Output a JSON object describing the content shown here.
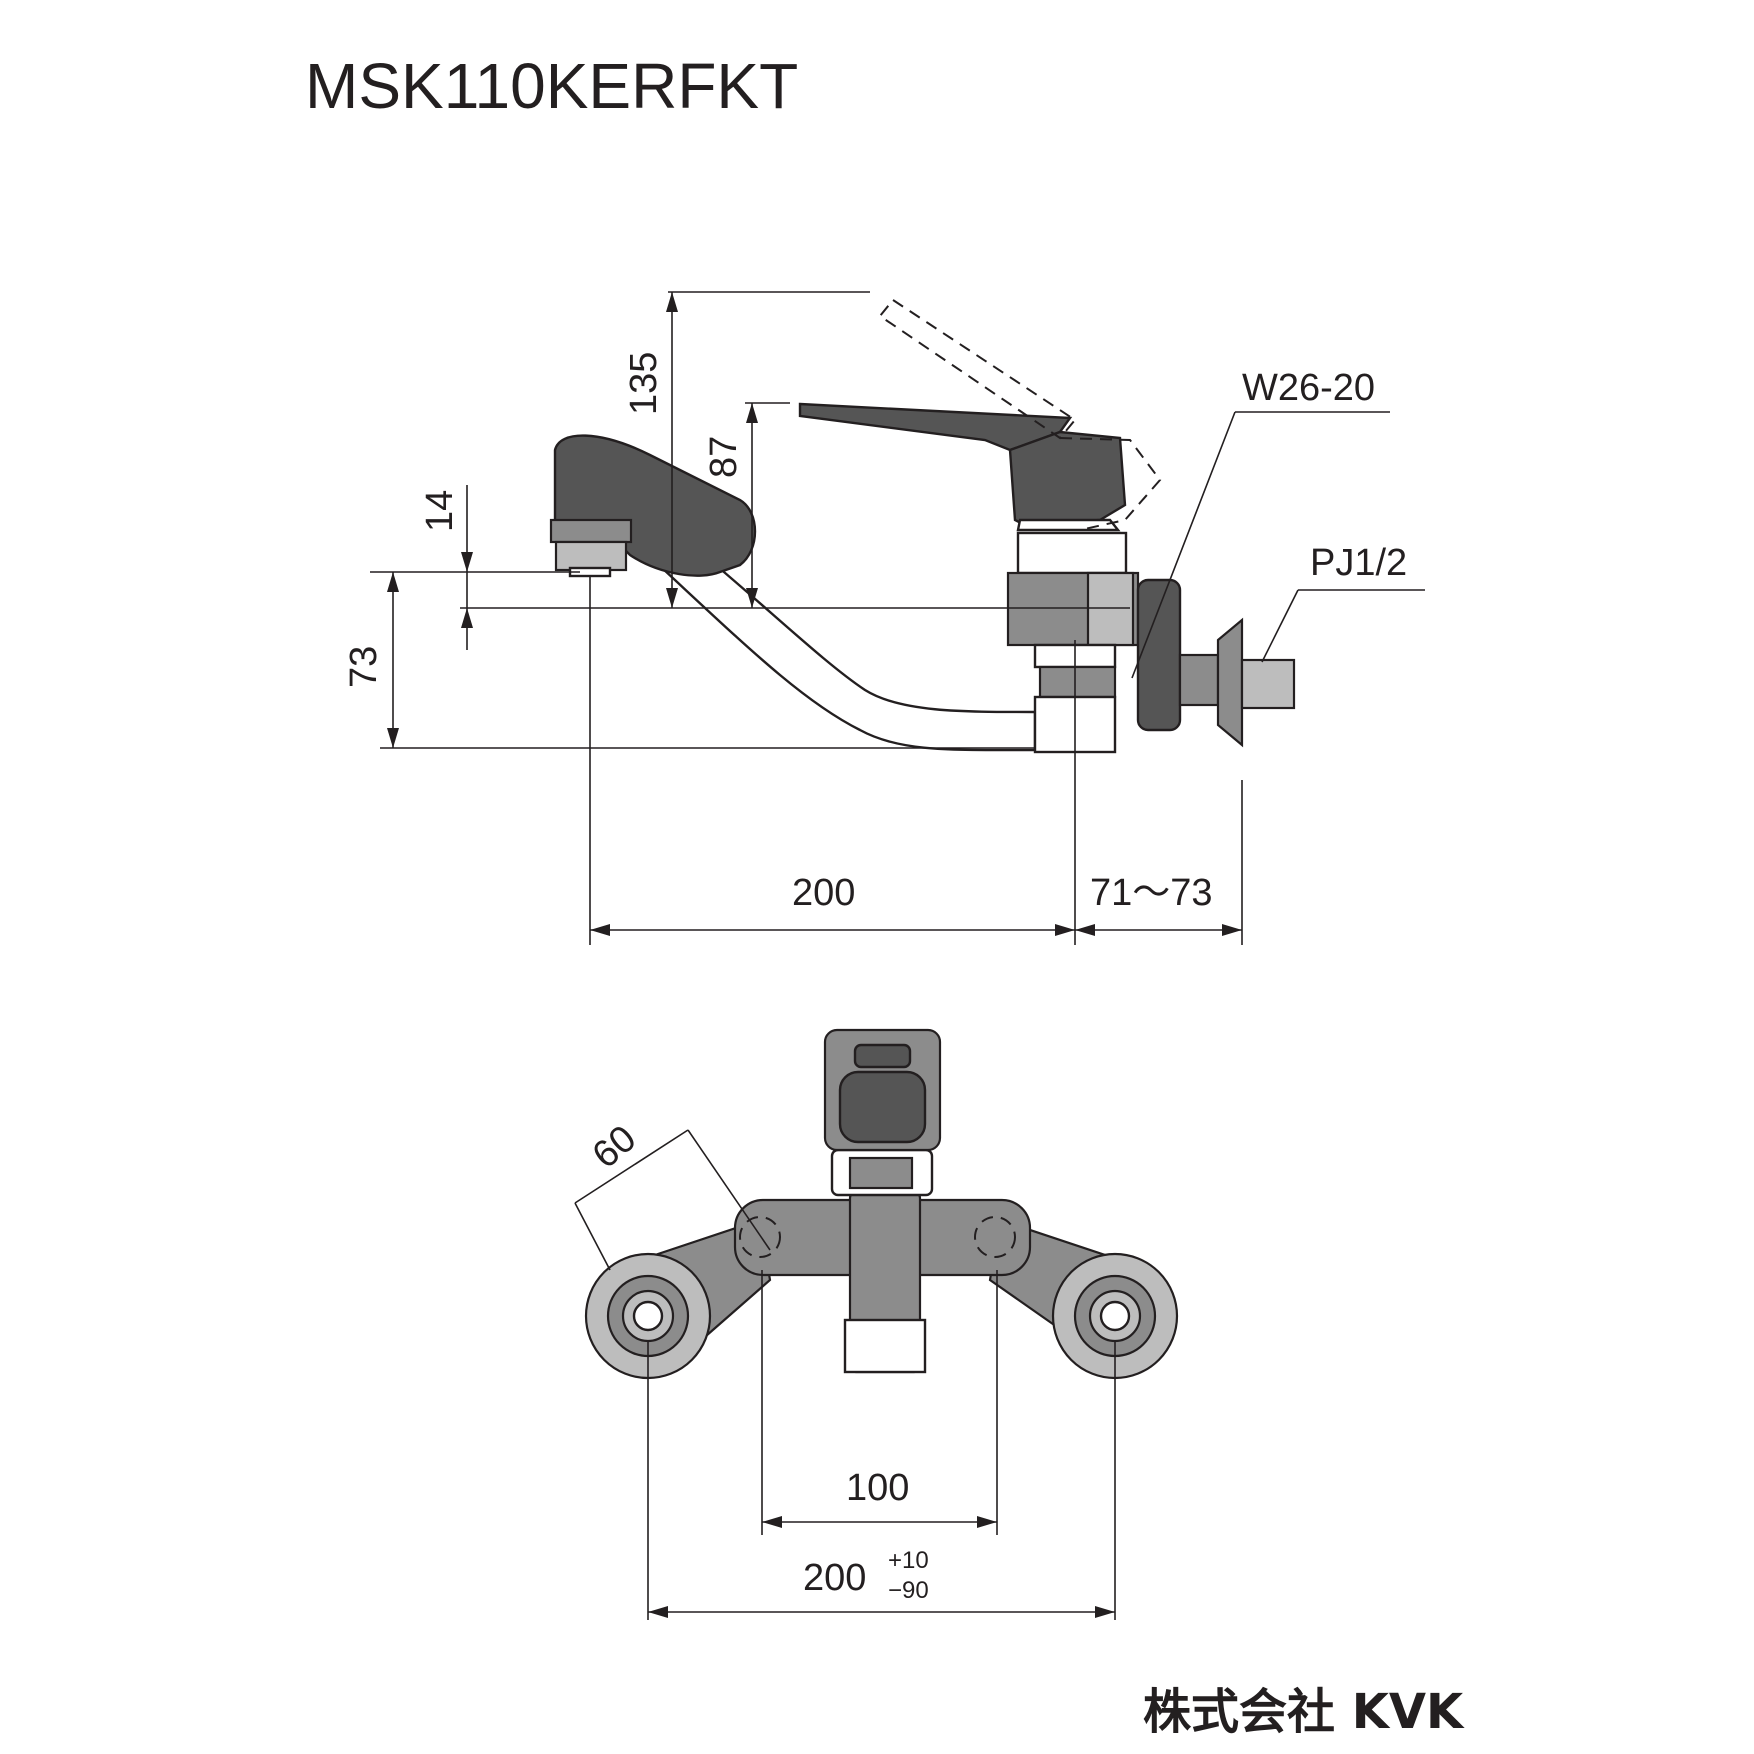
{
  "title": "MSK110KERFKT",
  "brand": "株式会社 KVK",
  "side_view": {
    "dim_135": "135",
    "dim_87": "87",
    "dim_14": "14",
    "dim_73": "73",
    "dim_200": "200",
    "dim_71_73": "71～73",
    "label_w26": "W26-20",
    "label_pj": "PJ1/2"
  },
  "front_view": {
    "dim_60": "60",
    "dim_100": "100",
    "dim_200": "200",
    "tol_plus": "+10",
    "tol_minus": "−90"
  },
  "colors": {
    "line": "#231f20",
    "shade_dark": "#555555",
    "shade_mid": "#8c8c8c",
    "shade_light": "#bdbdbd"
  }
}
